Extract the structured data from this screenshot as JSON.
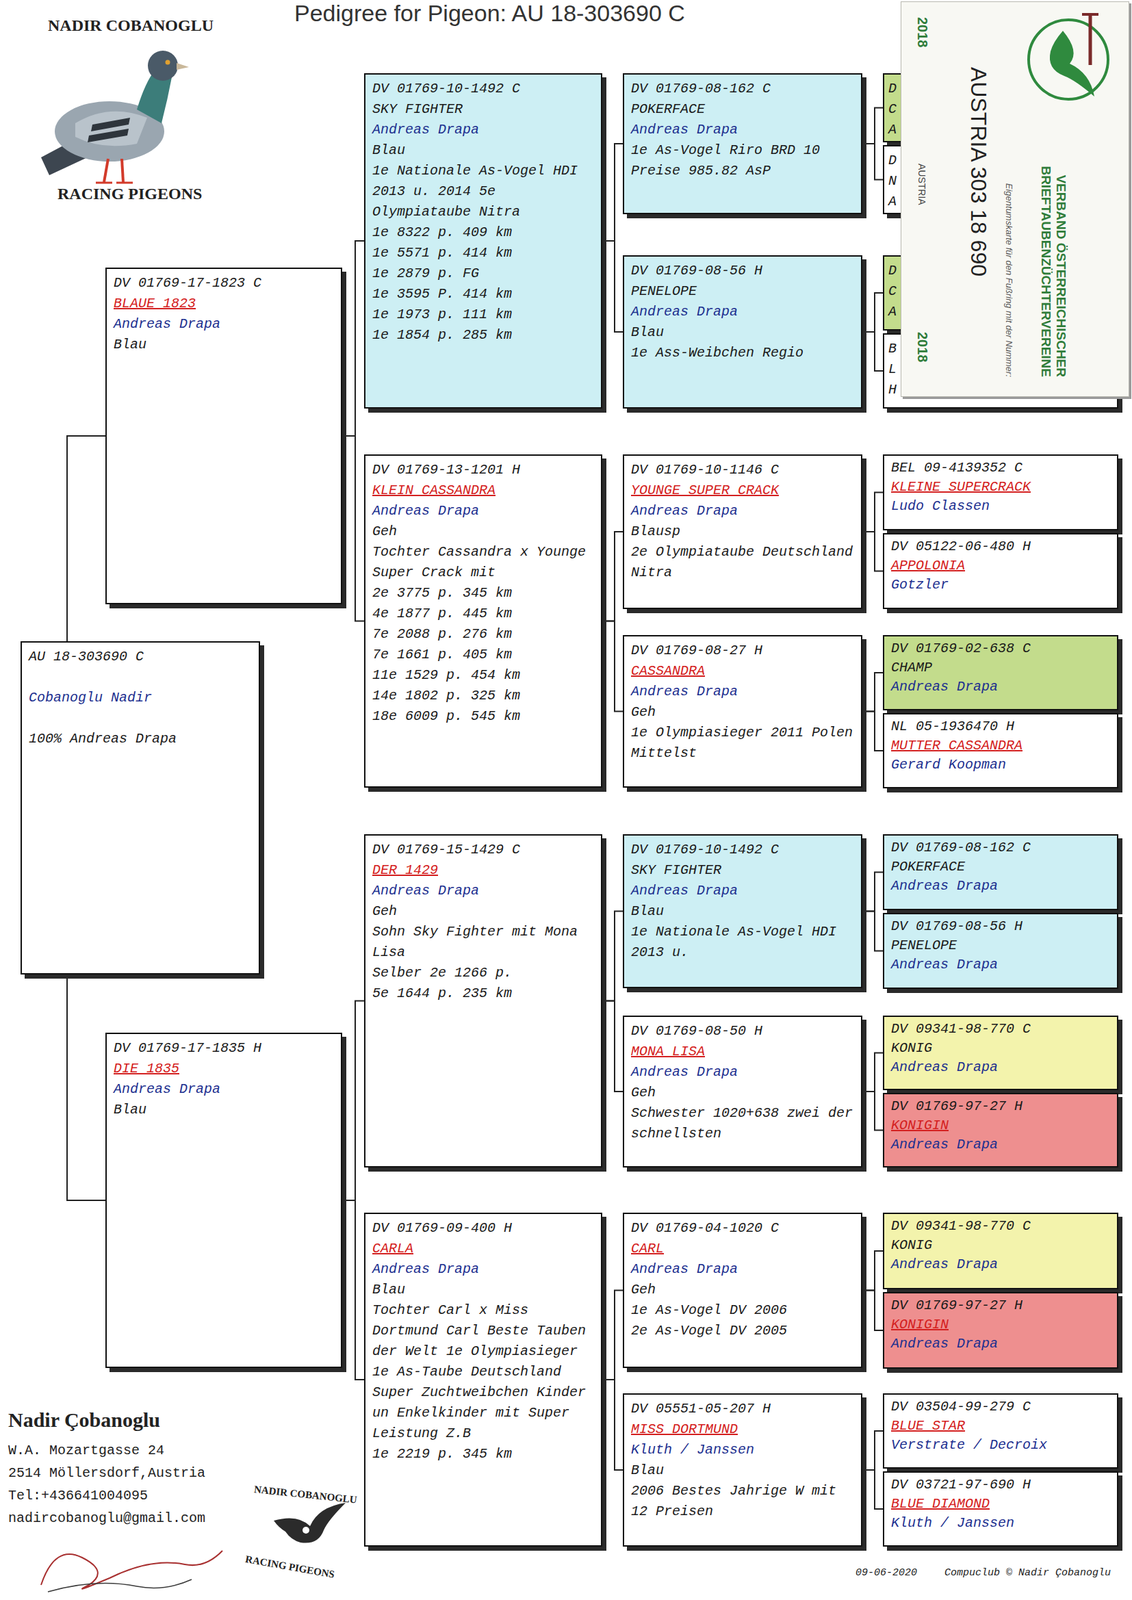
{
  "diagram": {
    "title": "Pedigree for Pigeon: AU 18-303690 C",
    "nodes": [
      {
        "text": [
          "AU 18-303690 C",
          "Cobanoglu Nadir",
          "100% Andreas Drapa"
        ]
      },
      {
        "text": [
          "DV 01769-17-1823 C",
          "BLAUE 1823",
          "Andreas Drapa",
          "Blau"
        ]
      },
      {
        "text": [
          "DV 01769-17-1835 H",
          "DIE 1835",
          "Andreas Drapa",
          "Blau"
        ]
      },
      {
        "text": [
          "DV 01769-10-1492 C",
          "SKY FIGHTER",
          "Andreas Drapa",
          "Blau",
          "1e Nationale As-Vogel HDI 2013 u. 2014 5e Olympiataube Nitra",
          "1e 8322 p. 409 km",
          "1e 5571 p. 414 km",
          "1e 2879 p. FG",
          "1e 3595 P. 414 km",
          "1e 1973 p. 111 km",
          "1e 1854 p. 285 km"
        ]
      },
      {
        "text": [
          "DV 01769-13-1201 H",
          "KLEIN CASSANDRA",
          "Andreas Drapa",
          "Geh",
          "Tochter Cassandra x Younge Super Crack mit",
          "2e 3775 p. 345 km",
          "4e 1877 p. 445 km",
          "7e 2088 p. 276 km",
          "7e 1661 p. 405 km",
          "11e 1529 p. 454 km",
          "14e 1802 p. 325 km",
          "18e 6009 p. 545 km"
        ]
      },
      {
        "text": [
          "DV 01769-15-1429 C",
          "DER 1429",
          "Andreas Drapa",
          "Geh",
          "Sohn Sky Fighter mit Mona Lisa",
          "Selber 2e 1266 p.",
          "5e 1644 p. 235 km"
        ]
      },
      {
        "text": [
          "DV 01769-09-400 H",
          "CARLA",
          "Andreas Drapa",
          "Blau",
          "Tochter Carl x Miss Dortmund Carl Beste Tauben der Welt 1e Olympiasieger 1e As-Taube Deutschland Super Zuchtweibchen Kinder un Enkelkinder mit Super Leistung Z.B",
          "1e 2219 p. 345 km"
        ]
      },
      {
        "text": [
          "DV 01769-08-162 C",
          "POKERFACE",
          "Andreas Drapa",
          "1e As-Vogel Riro BRD 10 Preise 985.82 AsP"
        ]
      },
      {
        "text": [
          "DV 01769-08-56 H",
          "PENELOPE",
          "Andreas Drapa",
          "Blau",
          "1e Ass-Weibchen Regio"
        ]
      },
      {
        "text": [
          "DV 01769-10-1146 C",
          "YOUNGE SUPER CRACK",
          "Andreas Drapa",
          "Blausp",
          "2e Olympiataube Deutschland Nitra"
        ]
      },
      {
        "text": [
          "DV 01769-08-27 H",
          "CASSANDRA",
          "Andreas Drapa",
          "Geh",
          "1e Olympiasieger 2011 Polen Mittelst"
        ]
      },
      {
        "text": [
          "DV 01769-10-1492 C",
          "SKY FIGHTER",
          "Andreas Drapa",
          "Blau",
          "1e Nationale As-Vogel HDI 2013 u."
        ]
      },
      {
        "text": [
          "DV 01769-08-50 H",
          "MONA LISA",
          "Andreas Drapa",
          "Geh",
          "Schwester 1020+638 zwei der schnellsten"
        ]
      },
      {
        "text": [
          "DV 01769-04-1020 C",
          "CARL",
          "Andreas Drapa",
          "Geh",
          "1e As-Vogel DV 2006",
          "2e As-Vogel DV 2005"
        ]
      },
      {
        "text": [
          "DV 05551-05-207 H",
          "MISS DORTMUND",
          "Kluth / Janssen",
          "Blau",
          "2006 Bestes Jahrige W mit 12 Preisen"
        ]
      },
      {
        "text": [
          "D",
          "C",
          "A"
        ]
      },
      {
        "text": [
          "D",
          "N",
          "A"
        ]
      },
      {
        "text": [
          "D",
          "C",
          "A"
        ]
      },
      {
        "text": [
          "B",
          "L",
          "H"
        ]
      },
      {
        "text": [
          "BEL 09-4139352 C",
          "KLEINE SUPERCRACK",
          "Ludo Classen"
        ]
      },
      {
        "text": [
          "DV 05122-06-480 H",
          "APPOLONIA",
          "Gotzler"
        ]
      },
      {
        "text": [
          "DV 01769-02-638 C",
          "CHAMP",
          "Andreas Drapa"
        ]
      },
      {
        "text": [
          "NL 05-1936470 H",
          "MUTTER CASSANDRA",
          "Gerard Koopman"
        ]
      },
      {
        "text": [
          "DV 01769-08-162 C",
          "POKERFACE",
          "Andreas Drapa"
        ]
      },
      {
        "text": [
          "DV 01769-08-56 H",
          "PENELOPE",
          "Andreas Drapa"
        ]
      },
      {
        "text": [
          "DV 09341-98-770 C",
          "KONIG",
          "Andreas Drapa"
        ]
      },
      {
        "text": [
          "DV 01769-97-27 H",
          "KONIGIN",
          "Andreas Drapa"
        ]
      },
      {
        "text": [
          "DV 09341-98-770 C",
          "KONIG",
          "Andreas Drapa"
        ]
      },
      {
        "text": [
          "DV 01769-97-27 H",
          "KONIGIN",
          "Andreas Drapa"
        ]
      },
      {
        "text": [
          "DV 03504-99-279 C",
          "BLUE STAR",
          "Verstrate / Decroix"
        ]
      },
      {
        "text": [
          "DV 03721-97-690 H",
          "BLUE DIAMOND",
          "Kluth / Janssen"
        ]
      },
      {
        "text": [
          "2018",
          "VERBAND ÖSTERREICHISCHER BRIEFTAUBENZÜCHTERVEREINE",
          "Eigentumskarte für den Fußring mit der Nummer:",
          "AUSTRIA 303 18 690",
          "AUSTRIA",
          "2018"
        ]
      }
    ],
    "edges": [
      {
        "from": 0,
        "to": 1,
        "arrow": "none"
      },
      {
        "from": 0,
        "to": 2,
        "arrow": "none"
      },
      {
        "from": 1,
        "to": 3,
        "arrow": "none"
      },
      {
        "from": 1,
        "to": 4,
        "arrow": "none"
      },
      {
        "from": 2,
        "to": 5,
        "arrow": "none"
      },
      {
        "from": 2,
        "to": 6,
        "arrow": "none"
      },
      {
        "from": 3,
        "to": 7,
        "arrow": "none"
      },
      {
        "from": 3,
        "to": 8,
        "arrow": "none"
      },
      {
        "from": 4,
        "to": 9,
        "arrow": "none"
      },
      {
        "from": 4,
        "to": 10,
        "arrow": "none"
      },
      {
        "from": 5,
        "to": 11,
        "arrow": "none"
      },
      {
        "from": 5,
        "to": 12,
        "arrow": "none"
      },
      {
        "from": 6,
        "to": 13,
        "arrow": "none"
      },
      {
        "from": 6,
        "to": 14,
        "arrow": "none"
      },
      {
        "from": 7,
        "to": 15,
        "arrow": "none"
      },
      {
        "from": 7,
        "to": 16,
        "arrow": "none"
      },
      {
        "from": 8,
        "to": 17,
        "arrow": "none"
      },
      {
        "from": 8,
        "to": 18,
        "arrow": "none"
      },
      {
        "from": 9,
        "to": 19,
        "arrow": "none"
      },
      {
        "from": 9,
        "to": 20,
        "arrow": "none"
      },
      {
        "from": 10,
        "to": 21,
        "arrow": "none"
      },
      {
        "from": 10,
        "to": 22,
        "arrow": "none"
      },
      {
        "from": 11,
        "to": 23,
        "arrow": "none"
      },
      {
        "from": 11,
        "to": 24,
        "arrow": "none"
      },
      {
        "from": 12,
        "to": 25,
        "arrow": "none"
      },
      {
        "from": 12,
        "to": 26,
        "arrow": "none"
      },
      {
        "from": 13,
        "to": 27,
        "arrow": "none"
      },
      {
        "from": 13,
        "to": 28,
        "arrow": "none"
      },
      {
        "from": 14,
        "to": 29,
        "arrow": "none"
      },
      {
        "from": 14,
        "to": 30,
        "arrow": "none"
      }
    ],
    "labels": [
      "NADIR COBANOGLU",
      "RACING PIGEONS",
      "Nadir Çobanoglu",
      "W.A. Mozartgasse 24",
      "2514 Möllersdorf,Austria",
      "Tel:+436641004095",
      "nadircobanoglu@gmail.com",
      "NADIR COBANOGLU",
      "RACING PIGEONS",
      "09-06-2020",
      "Compuclub © Nadir Çobanoglu"
    ]
  }
}
